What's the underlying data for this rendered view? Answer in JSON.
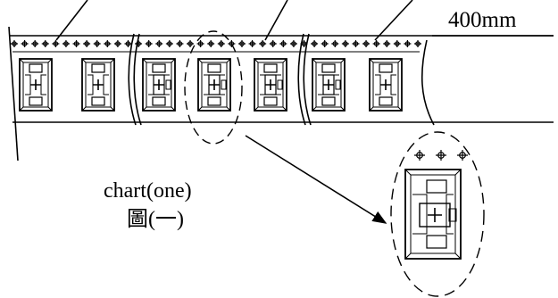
{
  "dimension_label": "400mm",
  "caption": {
    "line1": "chart(one)",
    "line2": "圖(一)"
  },
  "tape": {
    "pocket_count": 7,
    "sprocket_hole_count": 40,
    "break_mark_count": 2
  },
  "colors": {
    "ink": "#000000",
    "background": "#ffffff"
  }
}
